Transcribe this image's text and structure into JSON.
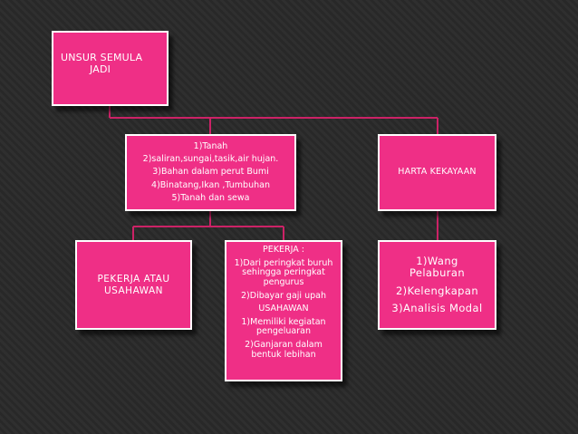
{
  "diagram": {
    "root": {
      "lines": [
        "UNSUR SEMULA",
        "JADI"
      ]
    },
    "resources": {
      "lines": [
        "1)Tanah",
        "2)saliran,sungai,tasik,air hujan.",
        "3)Bahan dalam perut Bumi",
        "4)Binatang,Ikan ,Tumbuhan",
        "5)Tanah dan sewa"
      ]
    },
    "wealth": {
      "lines": [
        "HARTA KEKAYAAN"
      ]
    },
    "entrepreneur": {
      "lines": [
        "PEKERJA ATAU",
        "USAHAWAN"
      ]
    },
    "worker": {
      "lines": [
        "PEKERJA :",
        "1)Dari peringkat buruh",
        "sehingga peringkat",
        "pengurus",
        "2)Dibayar gaji upah",
        "USAHAWAN",
        "1)Memiliki kegiatan",
        "pengeluaran",
        "2)Ganjaran dalam",
        "bentuk lebihan"
      ]
    },
    "capital": {
      "lines": [
        "1)Wang",
        "Pelaburan",
        "2)Kelengkapan",
        "3)Analisis Modal"
      ]
    }
  },
  "colors": {
    "box_fill": "#ef2f86",
    "box_border": "#ffffff",
    "connector": "#cc2266",
    "background": "#2b2b2b"
  }
}
